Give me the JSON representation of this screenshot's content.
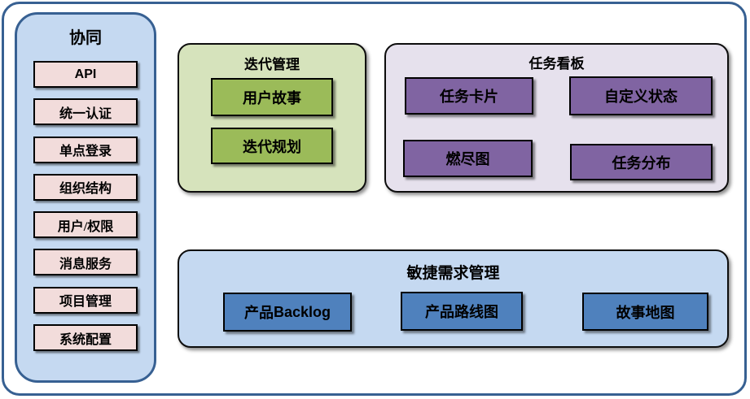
{
  "sidebar": {
    "title": "协同",
    "items": [
      {
        "label": "API"
      },
      {
        "label": "统一认证"
      },
      {
        "label": "单点登录"
      },
      {
        "label": "组织结构"
      },
      {
        "label": "用户/权限"
      },
      {
        "label": "消息服务"
      },
      {
        "label": "项目管理"
      },
      {
        "label": "系统配置"
      }
    ]
  },
  "groups": {
    "iteration": {
      "title": "迭代管理",
      "items": [
        {
          "label": "用户故事"
        },
        {
          "label": "迭代规划"
        }
      ]
    },
    "kanban": {
      "title": "任务看板",
      "items": [
        {
          "label": "任务卡片"
        },
        {
          "label": "自定义状态"
        },
        {
          "label": "燃尽图"
        },
        {
          "label": "任务分布"
        }
      ]
    },
    "agile": {
      "title": "敏捷需求管理",
      "items": [
        {
          "zh": "产品",
          "en": "Backlog"
        },
        {
          "zh": "产品路线图",
          "en": ""
        },
        {
          "zh": "故事地图",
          "en": ""
        }
      ]
    }
  },
  "colors": {
    "frame_border": "#376092",
    "panel_blue_fill": "#c5d9f1",
    "item_pink": "#f2dcdb",
    "group_green_fill": "#d6e3bc",
    "item_green": "#9bbb59",
    "group_purple_fill": "#e6e1ed",
    "item_purple": "#8064a2",
    "group_blue_fill": "#c5d9f1",
    "item_blue": "#4f81bd",
    "item_border": "#000000"
  }
}
